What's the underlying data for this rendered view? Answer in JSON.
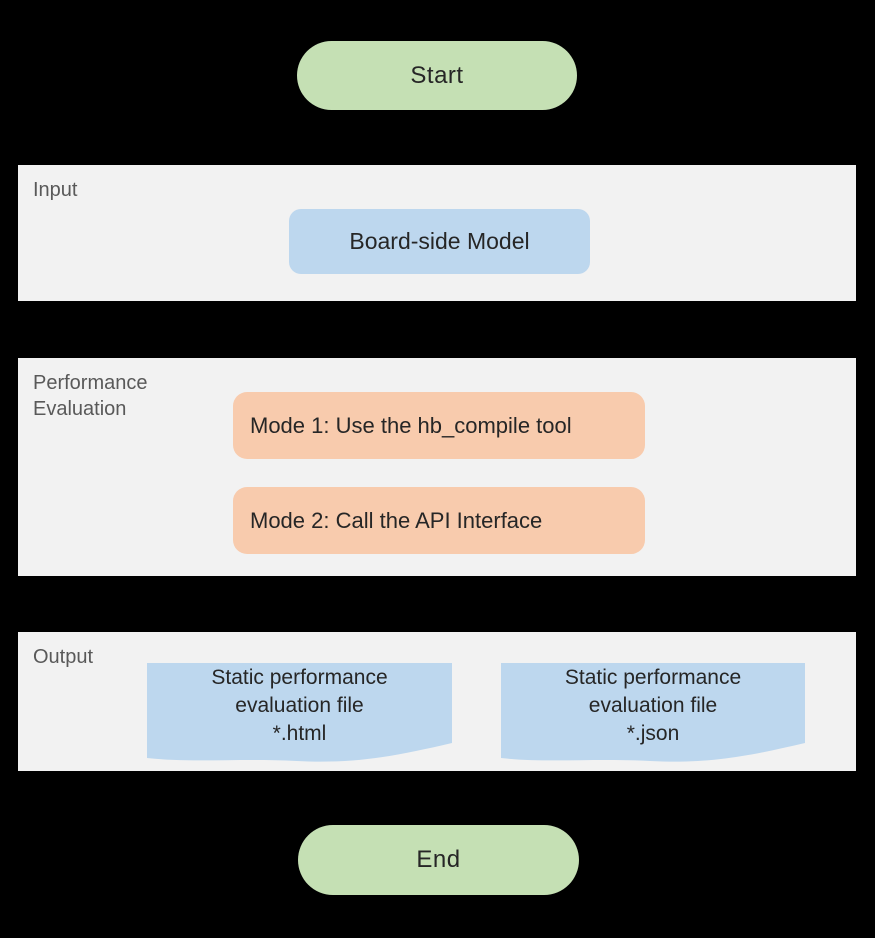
{
  "colors": {
    "page_bg": "#000000",
    "section_bg": "#f2f2f2",
    "green": "#c5e0b4",
    "blue": "#bdd7ee",
    "orange": "#f8cbad",
    "label_gray": "#595959",
    "text_dark": "#262626"
  },
  "start": {
    "label": "Start"
  },
  "end": {
    "label": "End"
  },
  "sections": {
    "input": {
      "label": "Input",
      "node": {
        "label": "Board-side Model"
      }
    },
    "performance": {
      "label": "Performance Evaluation",
      "mode1": {
        "label": "Mode 1: Use the hb_compile tool"
      },
      "mode2": {
        "label": "Mode 2: Call the API Interface"
      }
    },
    "output": {
      "label": "Output",
      "doc_html": {
        "line1": "Static performance",
        "line2": "evaluation file",
        "line3": "*.html"
      },
      "doc_json": {
        "line1": "Static performance",
        "line2": "evaluation file",
        "line3": "*.json"
      }
    }
  }
}
